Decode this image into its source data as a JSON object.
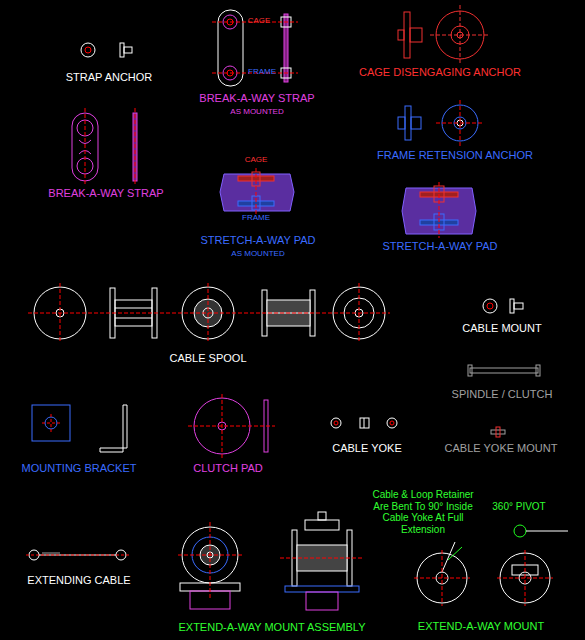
{
  "diagram": {
    "labels": [
      "CAGE",
      "FRAME",
      "STRAP ANCHOR",
      "BREAK-A-WAY STRAP",
      "AS MOUNTED",
      "CAGE DISENGAGING ANCHOR",
      "FRAME RETENSION ANCHOR",
      "BREAK-A-WAY STRAP",
      "CAGE",
      "FRAME",
      "STRETCH-A-WAY PAD",
      "AS MOUNTED",
      "STRETCH-A-WAY PAD",
      "CABLE SPOOL",
      "CABLE MOUNT",
      "SPINDLE / CLUTCH",
      "MOUNTING BRACKET",
      "CLUTCH PAD",
      "CABLE YOKE",
      "CABLE YOKE MOUNT",
      "Cable & Loop Retainer Are Bent To 90° Inside Cable Yoke At Full Extension",
      "360° PIVOT",
      "EXTENDING CABLE",
      "EXTEND-A-WAY MOUNT ASSEMBLY",
      "EXTEND-A-WAY MOUNT"
    ]
  }
}
